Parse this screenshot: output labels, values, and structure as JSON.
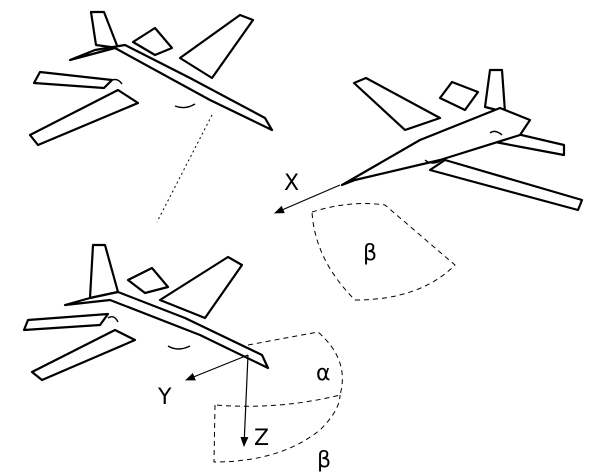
{
  "figure": {
    "labels": {
      "x_axis": "X",
      "y_axis": "Y",
      "z_axis": "Z",
      "alpha": "α",
      "beta_top": "β",
      "beta_bottom": "β"
    },
    "colors": {
      "stroke": "#000000",
      "fill": "#ffffff"
    }
  }
}
